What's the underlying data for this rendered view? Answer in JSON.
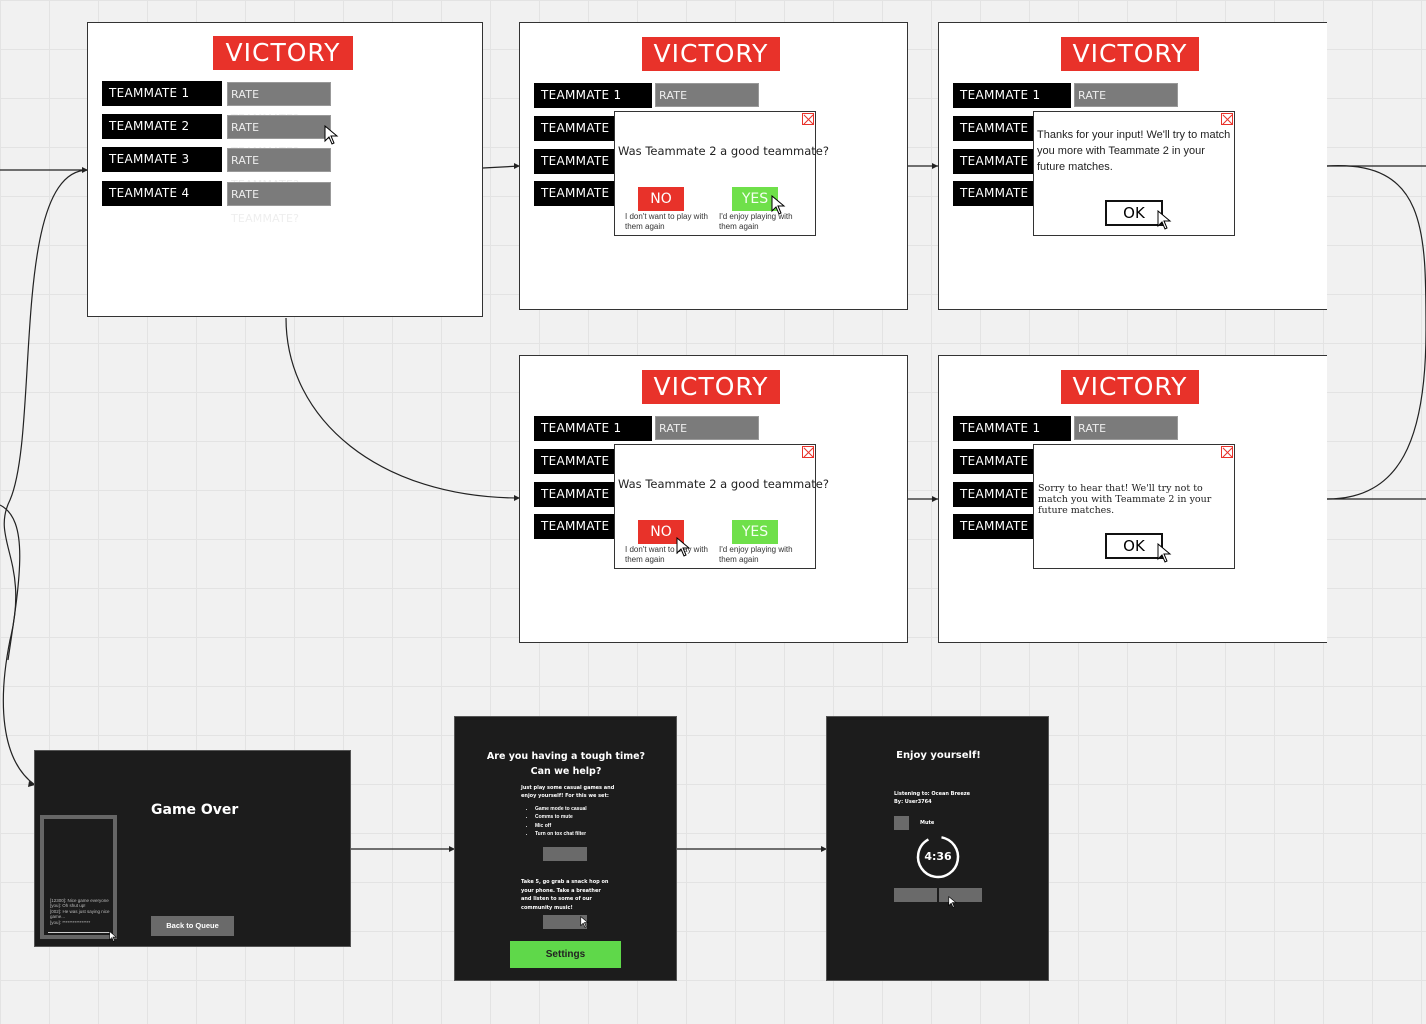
{
  "victory_label": "VICTORY",
  "teammates": [
    "TEAMMATE 1",
    "TEAMMATE 2",
    "TEAMMATE 3",
    "TEAMMATE 4"
  ],
  "rate_label": "RATE TEAMMATE?",
  "question_popup": {
    "question": "Was Teammate 2 a good teammate?",
    "no_label": "NO",
    "no_caption": "I don't want to play with them again",
    "yes_label": "YES",
    "yes_caption": "I'd enjoy playing with them again"
  },
  "thanks_popup": {
    "message": "Thanks for your input! We'll try to match you more with Teammate 2 in your future matches.",
    "ok_label": "OK"
  },
  "sorry_popup": {
    "message": "Sorry to hear that! We'll try not to match you with Teammate 2 in your future matches.",
    "ok_label": "OK"
  },
  "game_over": {
    "title": "Game Over",
    "back_button": "Back to Queue",
    "chat_lines": [
      "[12300]: Nice game everyone",
      "[you]: Oh shut up!",
      "[002]: He was just saying nice game...",
      "[you]: ****************"
    ]
  },
  "tough_time": {
    "title": "Are you having a tough time? Can we help?",
    "intro": "Just play some casual games and enjoy yourself! For this we set:",
    "bullets": [
      "Game mode to casual",
      "Comms to mute",
      "Mic off",
      "Turn on tox chat filter"
    ],
    "break_text": "Take 5, go grab a snack hop on your phone. Take a breather and listen to some of our community music!",
    "settings_button": "Settings"
  },
  "enjoy": {
    "title": "Enjoy yourself!",
    "listening": "Listening to: Ocean Breeze",
    "by": "By: User3764",
    "mute_label": "Mute",
    "timer": "4:36"
  },
  "colors": {
    "red": "#e8322a",
    "green": "#6fe04a",
    "dark_bg": "#1c1c1c"
  }
}
